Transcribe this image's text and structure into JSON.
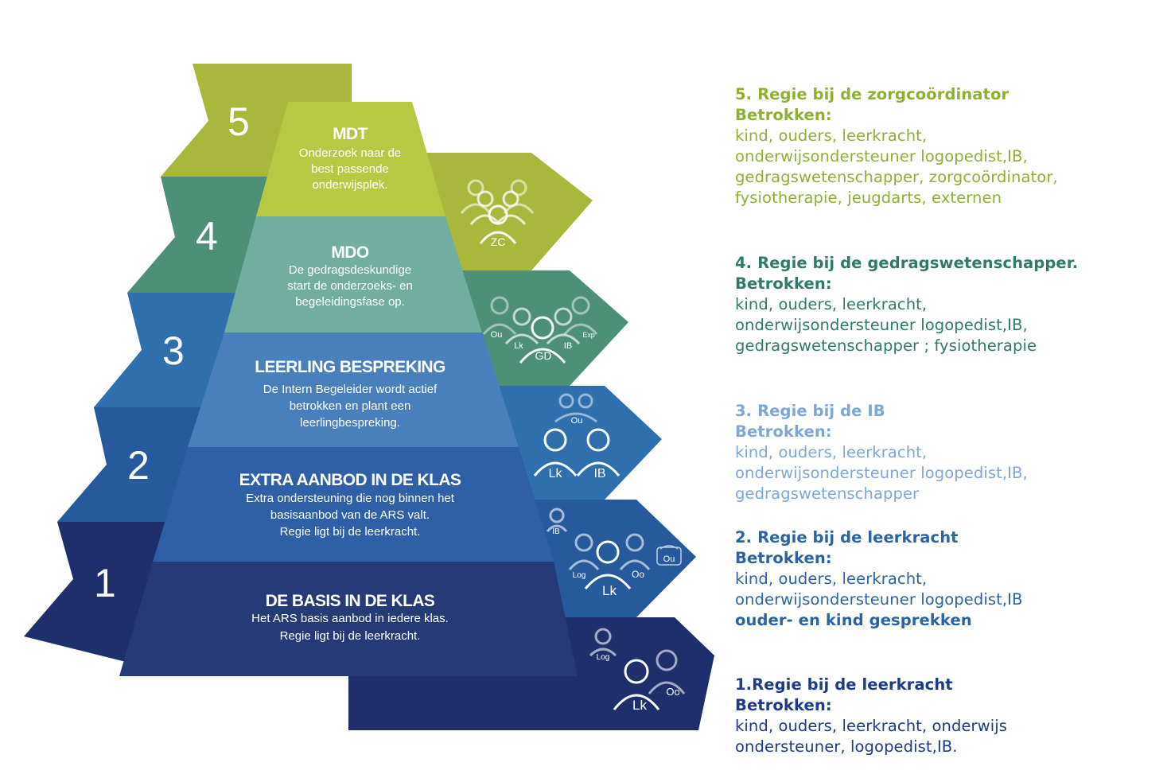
{
  "colors": {
    "level5": "#a9b83c",
    "level4": "#4e8f78",
    "level3": "#2f6fad",
    "level2": "#265a9c",
    "level1": "#1e2f6b",
    "pyr5": "#b7c845",
    "pyr4": "#72aea0",
    "pyr3": "#4a7fbe",
    "pyr2": "#2f5fa7",
    "pyr1": "#263a78",
    "text5": "#8fb034",
    "text4": "#2f7a68",
    "text3": "#7ea7d8",
    "text2": "#2b63a6",
    "text1": "#1e3a8a"
  },
  "levels": [
    {
      "number": "5",
      "title": "MDT",
      "description": [
        "Onderzoek naar de",
        "best passende",
        "onderwijsplek."
      ],
      "icon_main": "ZC",
      "icon_labels": []
    },
    {
      "number": "4",
      "title": "MDO",
      "description": [
        "De gedragsdeskundige",
        "start de onderzoeks- en",
        "begeleidingsfase op."
      ],
      "icon_main": "GD",
      "icon_labels": [
        "Ou",
        "Lk",
        "IB",
        "Exp"
      ]
    },
    {
      "number": "3",
      "title": "LEERLING BESPREKING",
      "description": [
        "De Intern Begeleider wordt actief",
        "betrokken en plant een",
        "leerlingbespreking."
      ],
      "icon_main": "Lk",
      "icon_labels": [
        "Ou",
        "IB"
      ]
    },
    {
      "number": "2",
      "title": "EXTRA AANBOD IN DE KLAS",
      "description": [
        "Extra ondersteuning die nog binnen het",
        "basisaanbod van de ARS valt.",
        "Regie ligt bij de leerkracht."
      ],
      "icon_main": "Lk",
      "icon_labels": [
        "IB",
        "Log",
        "Oo",
        "Ou"
      ]
    },
    {
      "number": "1",
      "title": "DE BASIS IN DE KLAS",
      "description": [
        "Het ARS basis aanbod in iedere klas.",
        "Regie ligt bij de leerkracht."
      ],
      "icon_main": "Lk",
      "icon_labels": [
        "Log",
        "Oo"
      ]
    }
  ],
  "legend": {
    "l5": {
      "heading": "5. Regie  bij de zorgcoördinator",
      "betrokken": "Betrokken:",
      "lines": [
        "kind, ouders, leerkracht,",
        "onderwijsondersteuner logopedist,IB,",
        "gedragswetenschapper, zorgcoördinator,",
        "fysiotherapie, jeugdarts, externen"
      ]
    },
    "l4": {
      "heading": "4. Regie bij de gedragswetenschapper.",
      "betrokken": "Betrokken:",
      "lines": [
        "kind, ouders, leerkracht,",
        "onderwijsondersteuner logopedist,IB,",
        "gedragswetenschapper ; fysiotherapie"
      ]
    },
    "l3": {
      "heading": "3. Regie bij de IB",
      "betrokken": "Betrokken:",
      "lines": [
        "kind, ouders, leerkracht,",
        "onderwijsondersteuner logopedist,IB,",
        "gedragswetenschapper"
      ]
    },
    "l2": {
      "heading": "2. Regie bij de leerkracht",
      "betrokken": "Betrokken:",
      "lines": [
        "kind, ouders, leerkracht,",
        "onderwijsondersteuner logopedist,IB"
      ],
      "extra": "ouder- en  kind gesprekken"
    },
    "l1": {
      "heading": "1.Regie bij de leerkracht",
      "betrokken": "Betrokken:",
      "lines": [
        "kind, ouders, leerkracht, onderwijs",
        "ondersteuner, logopedist,IB."
      ]
    }
  }
}
